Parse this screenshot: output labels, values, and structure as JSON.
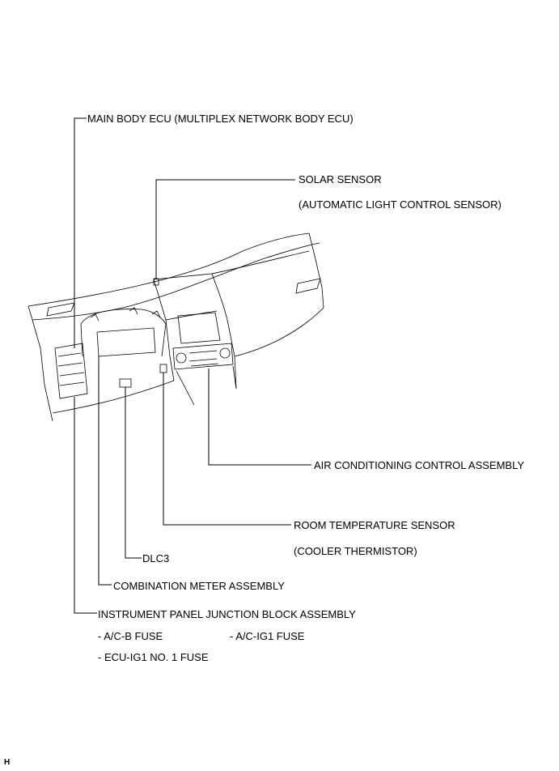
{
  "labels": {
    "main_body_ecu": "MAIN BODY ECU (MULTIPLEX NETWORK BODY ECU)",
    "solar_sensor": "SOLAR SENSOR",
    "solar_sensor_sub": "(AUTOMATIC LIGHT CONTROL SENSOR)",
    "air_conditioning": "AIR CONDITIONING CONTROL ASSEMBLY",
    "room_temp_sensor": "ROOM TEMPERATURE SENSOR",
    "room_temp_sub": "(COOLER THERMISTOR)",
    "dlc3": "DLC3",
    "combination_meter": "COMBINATION METER ASSEMBLY",
    "junction_block": "INSTRUMENT PANEL JUNCTION BLOCK ASSEMBLY",
    "fuse_acb": "- A/C-B FUSE",
    "fuse_acig1": "- A/C-IG1 FUSE",
    "fuse_ecuig1": "- ECU-IG1 NO. 1 FUSE"
  },
  "corner_mark": "H"
}
